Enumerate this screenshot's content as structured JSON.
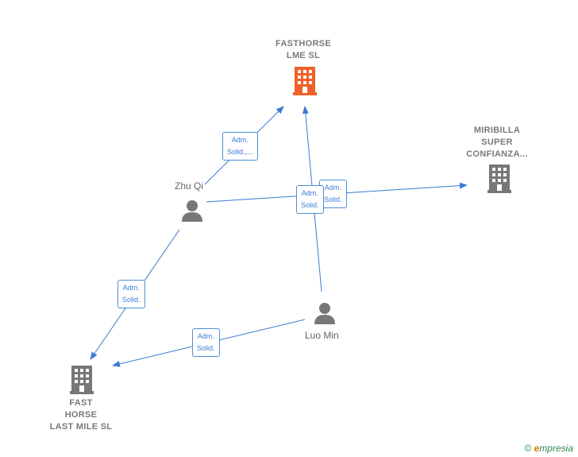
{
  "companies": {
    "fasthorse": {
      "label": "FASTHORSE\nLME  SL",
      "color": "#f0602a"
    },
    "miribilla": {
      "label": "MIRIBILLA\nSUPER\nCONFIANZA...",
      "color": "#777777"
    },
    "fast_horse_last_mile": {
      "label": "FAST\nHORSE\nLAST MILE  SL",
      "color": "#777777"
    }
  },
  "persons": {
    "zhu_qi": {
      "label": "Zhu Qi"
    },
    "luo_min": {
      "label": "Luo Min"
    }
  },
  "edges": [
    {
      "id": "zhu-fasthorse",
      "label": "Adm.\nSolid.,..."
    },
    {
      "id": "zhu-miribilla",
      "label": "Adm.\nSolid."
    },
    {
      "id": "luo-fasthorse",
      "label": "Adm.\nSolid."
    },
    {
      "id": "zhu-fasthorselastmile",
      "label": "Adm.\nSolid."
    },
    {
      "id": "luo-fasthorselastmile",
      "label": "Adm.\nSolid."
    }
  ],
  "footer": {
    "copyright": "©",
    "brand_first": "e",
    "brand_rest": "mpresia"
  },
  "colors": {
    "edge": "#3a7bd5",
    "person": "#777777"
  }
}
